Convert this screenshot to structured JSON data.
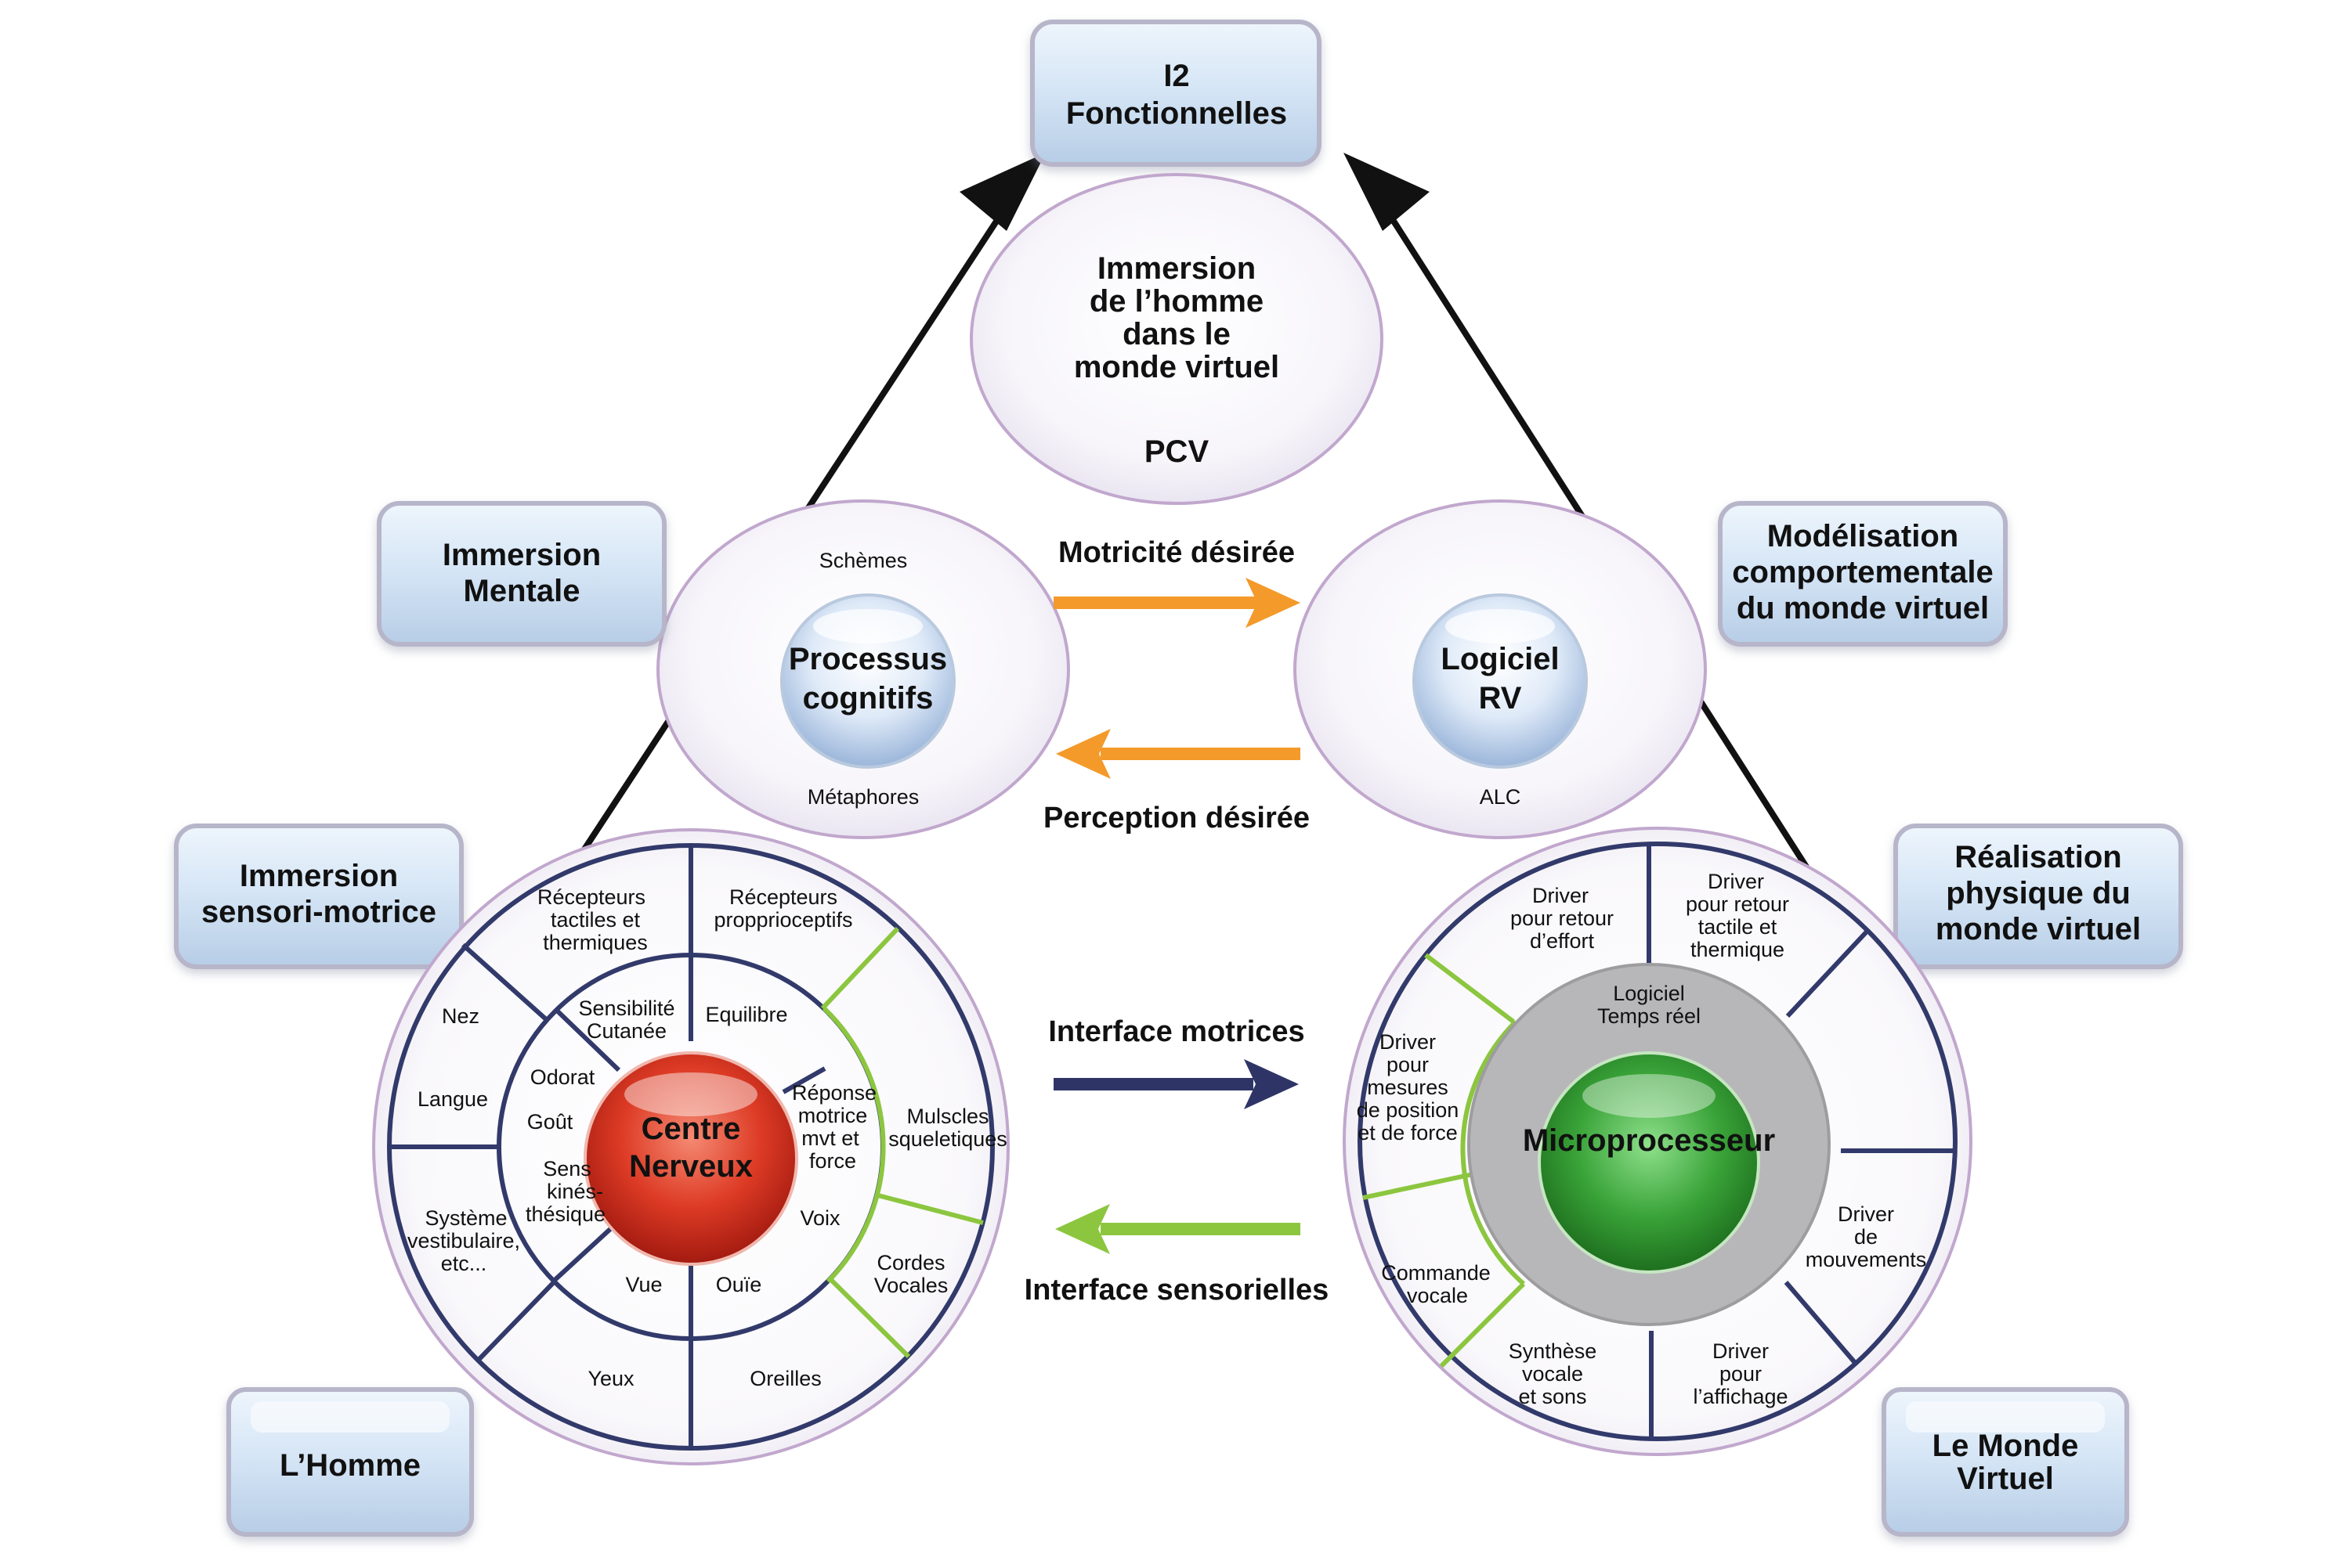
{
  "colors": {
    "orange": "#f39a2a",
    "navy": "#2e3566",
    "green_arrow": "#8cc63f",
    "wheel_line": "#323a6b",
    "green_line": "#8cc63f",
    "box_fill": "#d4e4f4",
    "box_border": "#aeb2c8",
    "red_sphere": "#d9291c",
    "green_sphere": "#2d9a2d"
  },
  "top_box": {
    "line1": "I2",
    "line2": "Fonctionnelles"
  },
  "pcv_ellipse": {
    "lines": [
      "Immersion",
      "de l’homme",
      "dans le",
      "monde virtuel"
    ],
    "label": "PCV"
  },
  "left_ellipse": {
    "top_label": "Schèmes",
    "bottom_label": "Métaphores",
    "core": [
      "Processus",
      "cognitifs"
    ]
  },
  "right_ellipse": {
    "bottom_label": "ALC",
    "core": [
      "Logiciel",
      "RV"
    ]
  },
  "boxes": {
    "immersion_mentale": [
      "Immersion",
      "Mentale"
    ],
    "modelisation": [
      "Modélisation",
      "comportementale",
      "du monde virtuel"
    ],
    "immersion_sensori": [
      "Immersion",
      "sensori-motrice"
    ],
    "realisation": [
      "Réalisation",
      "physique du",
      "monde virtuel"
    ],
    "homme": [
      "L’Homme"
    ],
    "monde_virtuel": [
      "Le Monde",
      "Virtuel"
    ]
  },
  "arrows": {
    "motricite": "Motricité désirée",
    "perception": "Perception désirée",
    "interface_motrices": "Interface motrices",
    "interface_sensorielles": "Interface sensorielles"
  },
  "left_wheel": {
    "center": [
      "Centre",
      "Nerveux"
    ],
    "outer": {
      "recepteurs_tactiles": [
        "Récepteurs",
        "tactiles et",
        "thermiques"
      ],
      "recepteurs_proprio": [
        "Récepteurs",
        "propprioceptifs"
      ],
      "nez": [
        "Nez"
      ],
      "langue": [
        "Langue"
      ],
      "mulscles": [
        "Mulscles",
        "squeletiques"
      ],
      "systeme": [
        "Système",
        "vestibulaire,",
        "etc..."
      ],
      "cordes": [
        "Cordes",
        "Vocales"
      ],
      "yeux": [
        "Yeux"
      ],
      "oreilles": [
        "Oreilles"
      ]
    },
    "inner": {
      "sensibilite": [
        "Sensibilité",
        "Cutanée"
      ],
      "equilibre": [
        "Equilibre"
      ],
      "odorat": [
        "Odorat"
      ],
      "reponse": [
        "Réponse",
        "motrice",
        "mvt et",
        "force"
      ],
      "gout": [
        "Goût"
      ],
      "sens": [
        "Sens",
        "kinés-",
        "thésique"
      ],
      "voix": [
        "Voix"
      ],
      "vue": [
        "Vue"
      ],
      "ouie": [
        "Ouïe"
      ]
    }
  },
  "right_wheel": {
    "center": "Microprocesseur",
    "ring_label": [
      "Logiciel",
      "Temps réel"
    ],
    "outer": {
      "retour_effort": [
        "Driver",
        "pour retour",
        "d’effort"
      ],
      "retour_tactile": [
        "Driver",
        "pour retour",
        "tactile et",
        "thermique"
      ],
      "mesures": [
        "Driver",
        "pour",
        "mesures",
        "de position",
        "et de force"
      ],
      "mouvements": [
        "Driver",
        "de",
        "mouvements"
      ],
      "commande": [
        "Commande",
        "vocale"
      ],
      "synthese": [
        "Synthèse",
        "vocale",
        "et sons"
      ],
      "affichage": [
        "Driver",
        "pour",
        "l’affichage"
      ]
    }
  }
}
